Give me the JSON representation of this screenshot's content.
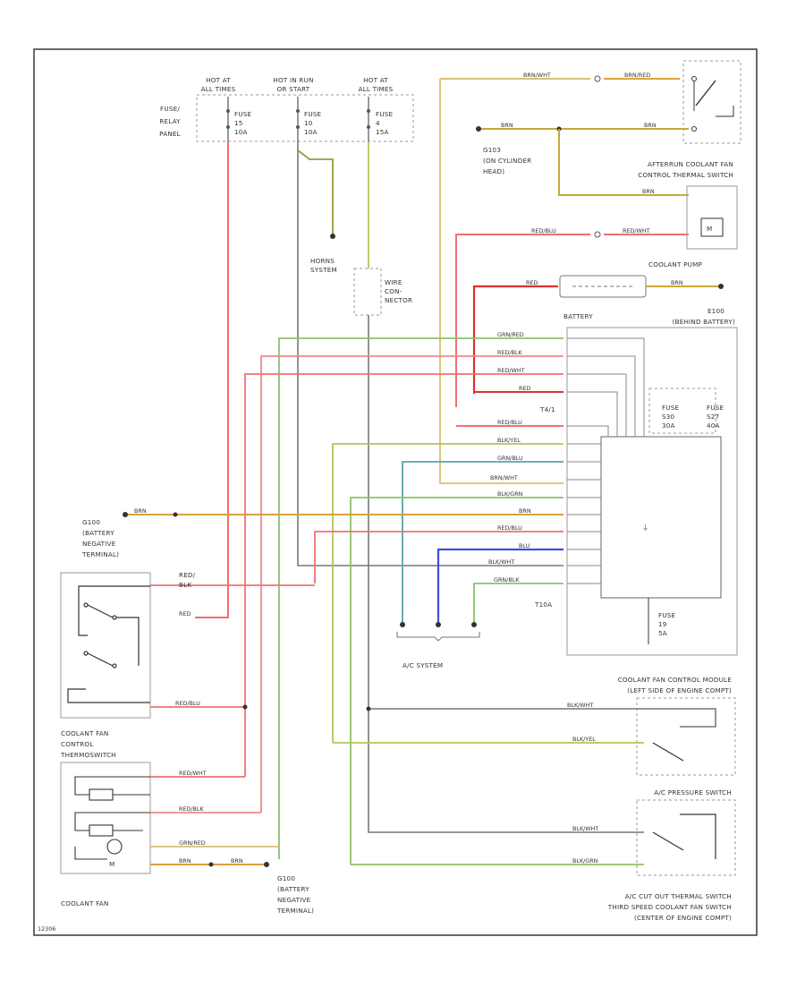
{
  "title_labels": {
    "fuse_relay_panel": [
      "FUSE/",
      "RELAY",
      "PANEL"
    ],
    "hot_run_sta_line1": "HOT AT",
    "hot_run_sta_line2": "ALL TIMES",
    "hot_in_run_line1": "HOT IN RUN",
    "hot_in_run_line2": "OR START",
    "hot_at_all_line1": "HOT AT",
    "hot_at_all_line2": "ALL TIMES",
    "fuse_15": [
      "FUSE",
      "15",
      "10A"
    ],
    "fuse_10": [
      "FUSE",
      "10",
      "10A"
    ],
    "fuse_4": [
      "FUSE",
      "4",
      "15A"
    ],
    "horns_system": [
      "HORNS",
      "SYSTEM"
    ],
    "wire_connector": [
      "WIRE",
      "CON-",
      "NECTOR"
    ],
    "g103": [
      "G103",
      "(ON CYLINDER",
      "HEAD)"
    ],
    "afterrun_switch": [
      "AFTERRUN COOLANT FAN",
      "CONTROL THERMAL SWITCH"
    ],
    "coolant_pump": "COOLANT PUMP",
    "battery": "BATTERY",
    "e100": [
      "E100",
      "(BEHIND BATTERY)"
    ],
    "t4": "T4/1",
    "fuse_s100": [
      "FUSE",
      "S30",
      "30A"
    ],
    "fuse_s101": [
      "FUSE",
      "S27",
      "40A"
    ],
    "t10a": "T10A",
    "fuse_bottom": [
      "FUSE",
      "19",
      "5A"
    ],
    "g100_top": [
      "G100",
      "(BATTERY",
      "NEGATIVE",
      "TERMINAL)"
    ],
    "red_blk": [
      "RED/",
      "BLK"
    ],
    "ac_system": "A/C SYSTEM",
    "coolant_fan_module": [
      "COOLANT FAN CONTROL MODULE",
      "(LEFT SIDE OF ENGINE COMPT)"
    ],
    "coolant_fan_control": [
      "COOLANT FAN",
      "CONTROL",
      "THERMOSWITCH"
    ],
    "ac_pressure_switch": "A/C PRESSURE SWITCH",
    "g100_bottom": [
      "G100",
      "(BATTERY",
      "NEGATIVE",
      "TERMINAL)"
    ],
    "coolant_fan": "COOLANT FAN",
    "ac_cutout": [
      "A/C CUT OUT THERMAL SWITCH",
      "THIRD SPEED COOLANT FAN SWITCH",
      "(CENTER OF ENGINE COMPT)"
    ],
    "footer_id": "12306"
  },
  "wire_labels": {
    "brn_wht": "BRN/WHT",
    "brn_red": "BRN/RED",
    "brn": "BRN",
    "red_blu": "RED/BLU",
    "red_wht": "RED/WHT",
    "red": "RED",
    "grn_red": "GRN/RED",
    "red_blk": "RED/BLK",
    "blk_yel": "BLK/YEL",
    "grn_blu": "GRN/BLU",
    "blk_grn": "BLK/GRN",
    "blu": "BLU",
    "blk_wht": "BLK/WHT",
    "grn_blk": "GRN/BLK",
    "grn_red_b": "GRN/RED",
    "red_wht_b": "RED/WHT",
    "red_blu_b": "RED/BLU"
  },
  "colors": {
    "red": "#e8605f",
    "red_light": "#f08a8a",
    "green": "#8cc36a",
    "yellow_tan": "#d8c070",
    "blue": "#3a4fe0",
    "grey": "#8a8a8a",
    "dark": "#333333",
    "teal": "#5aa3a3",
    "orange": "#e0a040"
  }
}
